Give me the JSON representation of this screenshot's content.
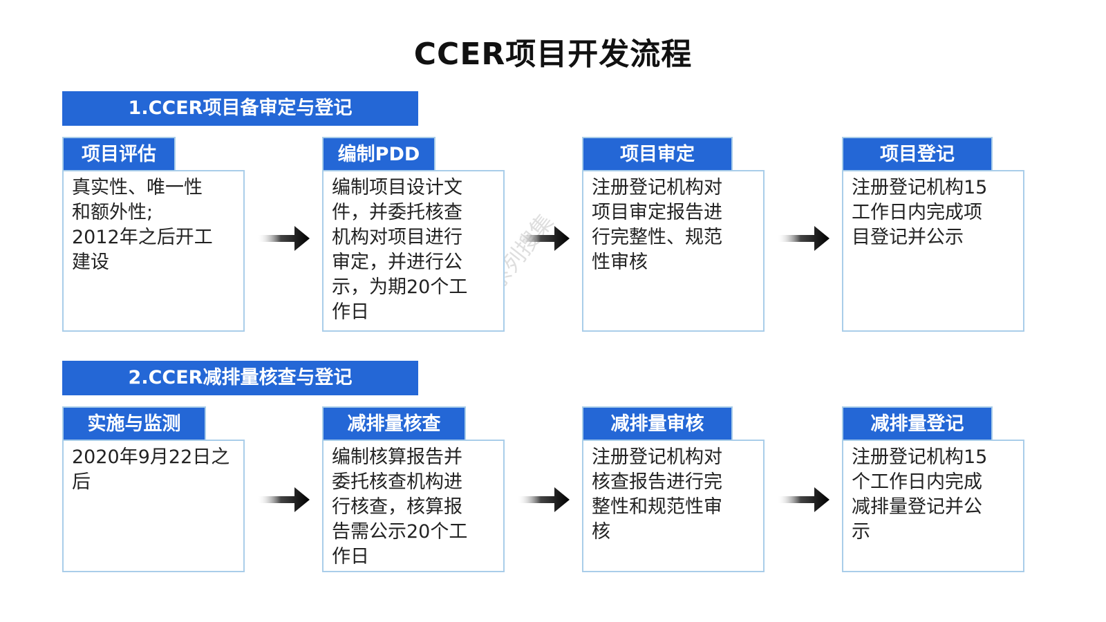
{
  "title": "CCER项目开发流程",
  "sections": [
    {
      "header": "1.CCER项目备审定与登记",
      "steps": [
        {
          "label": "项目评估",
          "text": "真实性、唯一性\n和额外性;\n2012年之后开工\n建设"
        },
        {
          "label": "编制PDD",
          "text": "编制项目设计文\n件，并委托核查\n机构对项目进行\n审定，并进行公\n示，为期20个工\n作日"
        },
        {
          "label": "项目审定",
          "text": "注册登记机构对\n项目审定报告进\n行完整性、规范\n性审核"
        },
        {
          "label": "项目登记",
          "text": "注册登记机构15\n工作日内完成项\n目登记并公示"
        }
      ]
    },
    {
      "header": "2.CCER减排量核查与登记",
      "steps": [
        {
          "label": "实施与监测",
          "text": "2020年9月22日之\n后"
        },
        {
          "label": "减排量核查",
          "text": "编制核算报告并\n委托核查机构进\n行核查，核算报\n告需公示20个工\n作日"
        },
        {
          "label": "减排量审核",
          "text": "注册登记机构对\n核查报告进行完\n整性和规范性审\n核"
        },
        {
          "label": "减排量登记",
          "text": "注册登记机构15\n个工作日内完成\n减排量登记并公\n示"
        }
      ]
    }
  ],
  "watermark": "维度系列搜集",
  "colors": {
    "accent": "#2467d6",
    "box_border": "#a9cde9",
    "arrow": "#111111"
  }
}
